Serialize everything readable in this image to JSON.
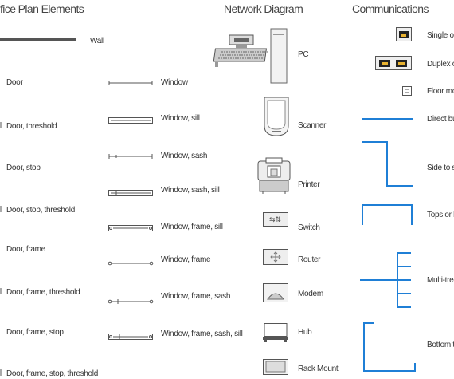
{
  "headers": {
    "office": "fice Plan Elements",
    "network": "Network Diagram",
    "comms": "Communications"
  },
  "office": {
    "wall": "Wall",
    "door": "Door",
    "door_threshold": "Door, threshold",
    "door_stop": "Door, stop",
    "door_stop_threshold": "Door, stop, threshold",
    "door_frame": "Door, frame",
    "door_frame_threshold": "Door, frame, threshold",
    "door_frame_stop": "Door, frame, stop",
    "door_frame_stop_threshold": "Door, frame, stop, threshold",
    "window": "Window",
    "window_sill": "Window, sill",
    "window_sash": "Window, sash",
    "window_sash_sill": "Window, sash, sill",
    "window_frame_sill": "Window, frame, sill",
    "window_frame": "Window, frame",
    "window_frame_sash": "Window, frame, sash",
    "window_frame_sash_sill": "Window, frame, sash, sill"
  },
  "network": {
    "pc": "PC",
    "scanner": "Scanner",
    "printer": "Printer",
    "switch": "Switch",
    "router": "Router",
    "modem": "Modem",
    "hub": "Hub",
    "rack": "Rack Mount"
  },
  "comms": {
    "single": "Single o",
    "duplex": "Duplex o",
    "floor": "Floor mo",
    "direct": "Direct bu",
    "side": "Side to s",
    "tops": "Tops or b",
    "multi": "Multi-tree",
    "bottom": "Bottom t"
  },
  "colors": {
    "accent_blue": "#1f7fd6",
    "line_gray": "#555555"
  }
}
